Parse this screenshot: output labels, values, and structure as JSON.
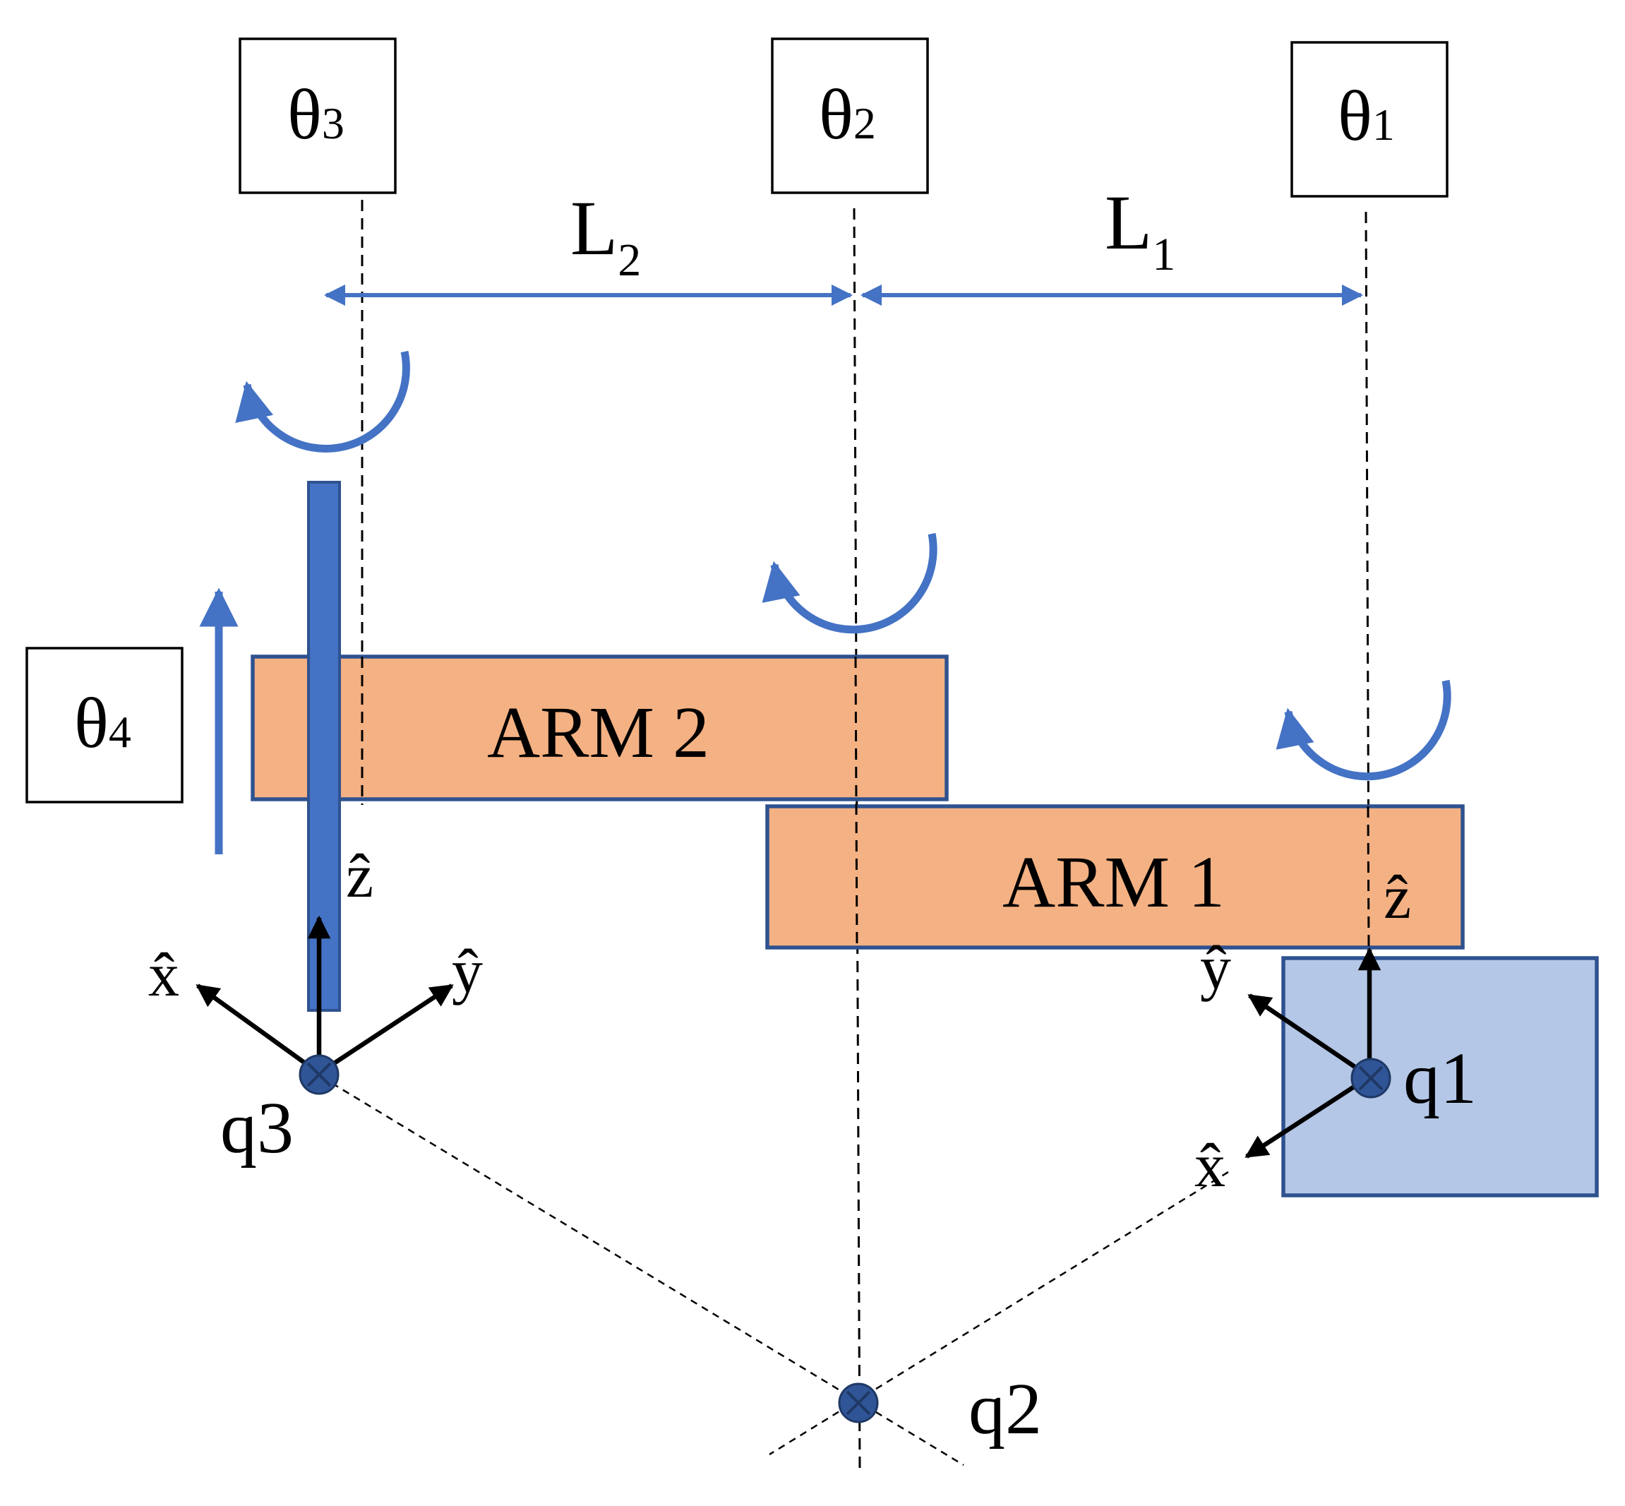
{
  "joints": {
    "theta3": {
      "symbol": "θ",
      "sub": "3"
    },
    "theta2": {
      "symbol": "θ",
      "sub": "2"
    },
    "theta1": {
      "symbol": "θ",
      "sub": "1"
    },
    "theta4": {
      "symbol": "θ",
      "sub": "4"
    }
  },
  "lengths": {
    "L2": {
      "symbol": "L",
      "sub": "2"
    },
    "L1": {
      "symbol": "L",
      "sub": "1"
    }
  },
  "arms": {
    "arm2": "ARM 2",
    "arm1": "ARM 1"
  },
  "frames": {
    "q3": {
      "label": "q3",
      "x": "x̂",
      "y": "ŷ",
      "z": "ẑ"
    },
    "q1": {
      "label": "q1",
      "x": "x̂",
      "y": "ŷ",
      "z": "ẑ"
    },
    "q2": {
      "label": "q2"
    }
  },
  "colors": {
    "arm_fill": "#F4B183",
    "arm_stroke": "#2F528F",
    "accent_blue": "#4472C4",
    "base_fill": "#B4C7E7",
    "node_fill": "#2F5597"
  }
}
